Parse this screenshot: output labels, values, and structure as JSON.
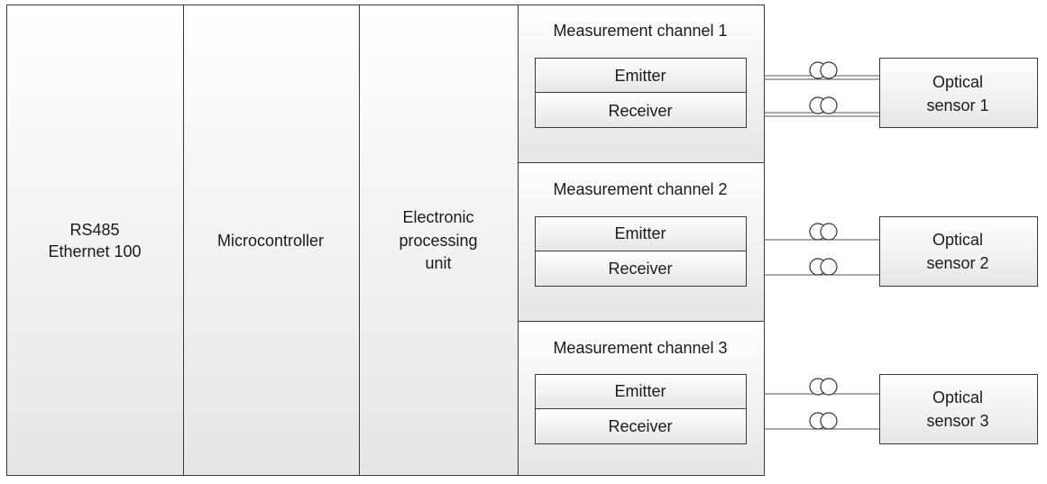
{
  "blocks": {
    "interface": {
      "line1": "RS485",
      "line2": "Ethernet 100"
    },
    "microcontroller": "Microcontroller",
    "processing": {
      "line1": "Electronic",
      "line2": "processing",
      "line3": "unit"
    }
  },
  "channels": [
    {
      "title": "Measurement channel 1",
      "emitter": "Emitter",
      "receiver": "Receiver",
      "sensor_line1": "Optical",
      "sensor_line2": "sensor 1"
    },
    {
      "title": "Measurement channel 2",
      "emitter": "Emitter",
      "receiver": "Receiver",
      "sensor_line1": "Optical",
      "sensor_line2": "sensor 2"
    },
    {
      "title": "Measurement channel 3",
      "emitter": "Emitter",
      "receiver": "Receiver",
      "sensor_line1": "Optical",
      "sensor_line2": "sensor 3"
    }
  ],
  "colors": {
    "block_fill_light": "#ffffff",
    "block_fill_dark": "#e6e6e6",
    "stroke": "#3a3a3a"
  }
}
